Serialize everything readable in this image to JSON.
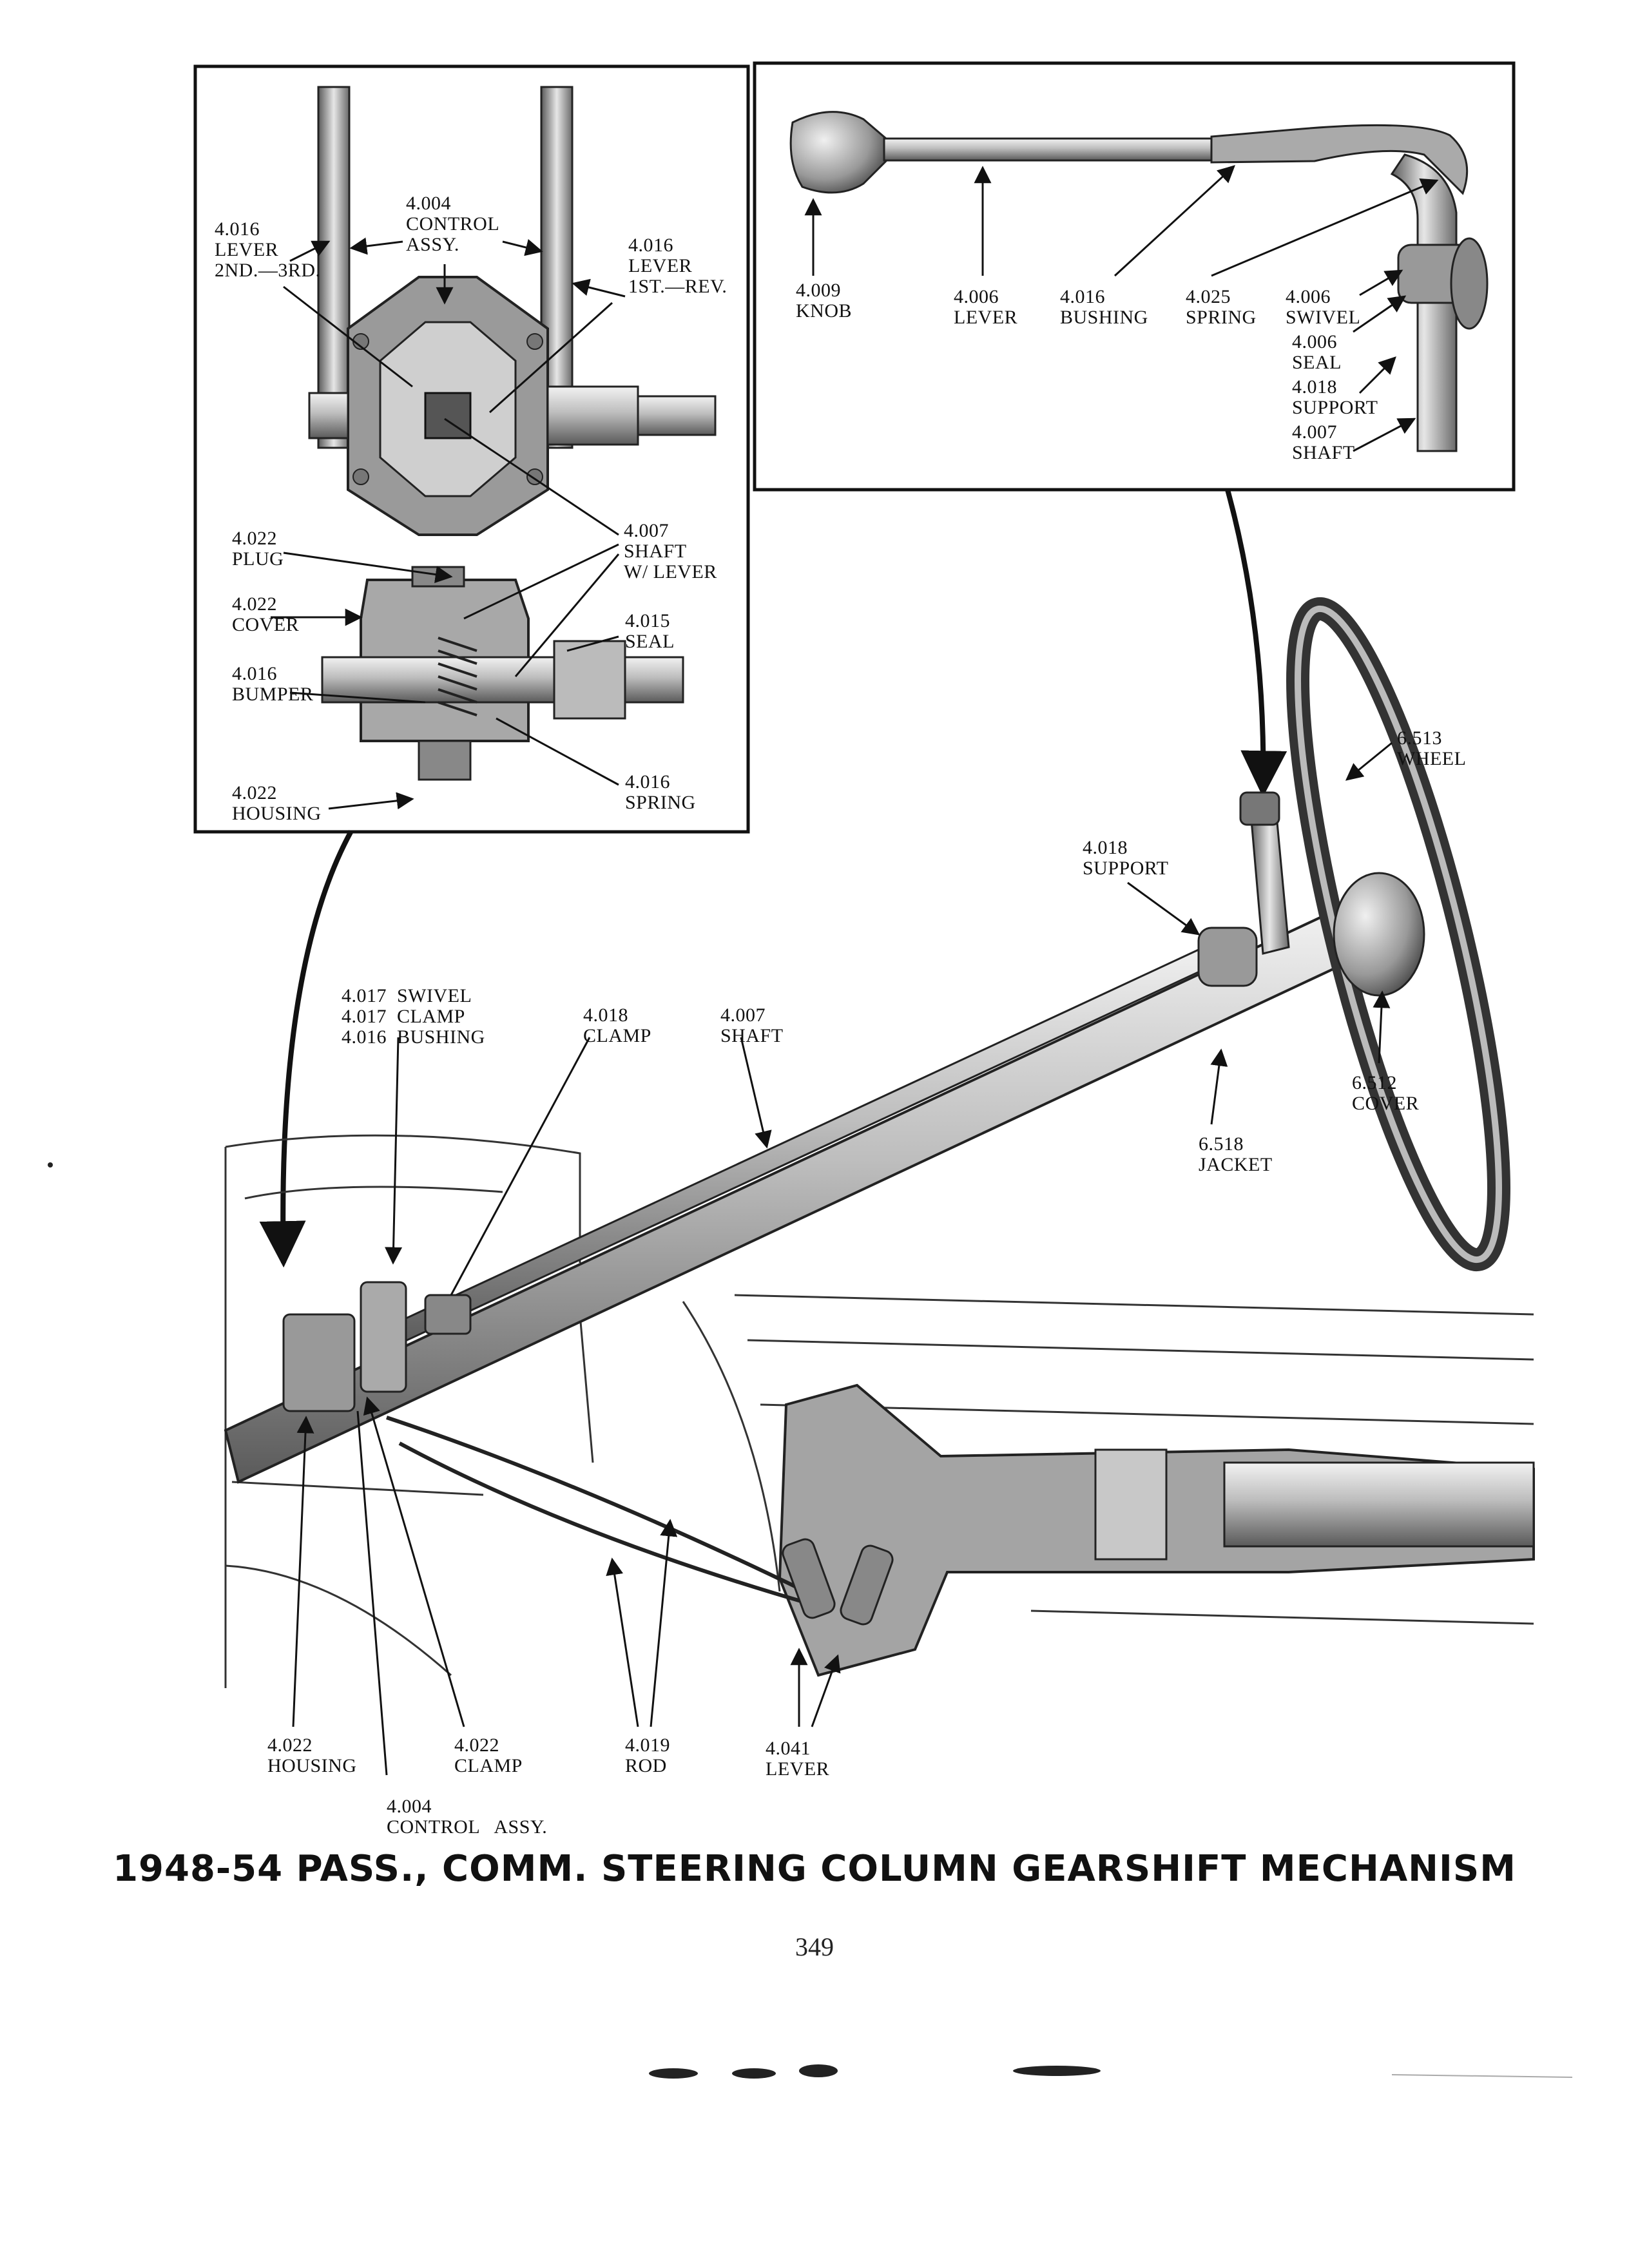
{
  "title": "1948-54 PASS., COMM. STEERING COLUMN GEARSHIFT MECHANISM",
  "page_number": "349",
  "inset_left": {
    "lever_2nd": [
      "4.016",
      "LEVER",
      "2ND.—3RD."
    ],
    "control_assy": [
      "4.004",
      "CONTROL",
      "ASSY."
    ],
    "lever_1st": [
      "4.016",
      "LEVER",
      "1ST.—REV."
    ],
    "plug": [
      "4.022",
      "PLUG"
    ],
    "shaft_lever": [
      "4.007",
      "SHAFT",
      "W/ LEVER"
    ],
    "cover": [
      "4.022",
      "COVER"
    ],
    "seal": [
      "4.015",
      "SEAL"
    ],
    "bumper": [
      "4.016",
      "BUMPER"
    ],
    "spring": [
      "4.016",
      "SPRING"
    ],
    "housing": [
      "4.022",
      "HOUSING"
    ]
  },
  "inset_right": {
    "knob": [
      "4.009",
      "KNOB"
    ],
    "lever": [
      "4.006",
      "LEVER"
    ],
    "bushing": [
      "4.016",
      "BUSHING"
    ],
    "spring": [
      "4.025",
      "SPRING"
    ],
    "swivel": [
      "4.006",
      "SWIVEL"
    ],
    "seal": [
      "4.006",
      "SEAL"
    ],
    "support": [
      "4.018",
      "SUPPORT"
    ],
    "shaft": [
      "4.007",
      "SHAFT"
    ]
  },
  "main": {
    "wheel": [
      "6.513",
      "WHEEL"
    ],
    "support": [
      "4.018",
      "SUPPORT"
    ],
    "swivel_group": [
      "4.017  SWIVEL",
      "4.017  CLAMP",
      "4.016  BUSHING"
    ],
    "clamp_top": [
      "4.018",
      "CLAMP"
    ],
    "shaft": [
      "4.007",
      "SHAFT"
    ],
    "cover": [
      "6.512",
      "COVER"
    ],
    "jacket": [
      "6.518",
      "JACKET"
    ],
    "housing": [
      "4.022",
      "HOUSING"
    ],
    "clamp_bottom": [
      "4.022",
      "CLAMP"
    ],
    "control_assy": [
      "4.004",
      "CONTROL   ASSY."
    ],
    "rod": [
      "4.019",
      "ROD"
    ],
    "lever": [
      "4.041",
      "LEVER"
    ]
  }
}
